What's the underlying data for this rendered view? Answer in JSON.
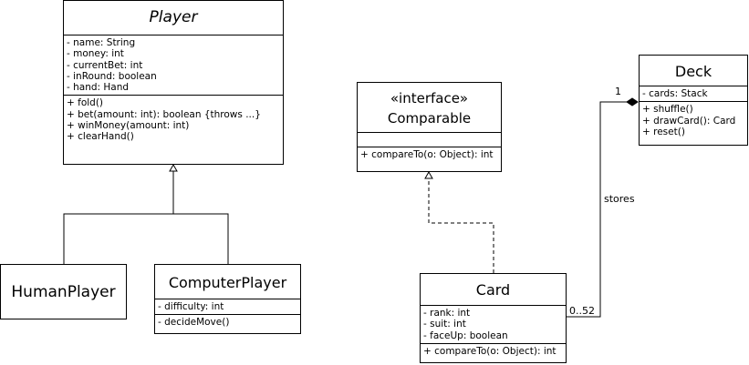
{
  "classes": {
    "player": {
      "name": "Player",
      "attributes": [
        "- name: String",
        "- money: int",
        "- currentBet: int",
        "- inRound: boolean",
        "- hand: Hand"
      ],
      "operations": [
        "+ fold()",
        "+ bet(amount: int): boolean {throws ...}",
        "+ winMoney(amount: int)",
        "+ clearHand()"
      ]
    },
    "human_player": {
      "name": "HumanPlayer"
    },
    "computer_player": {
      "name": "ComputerPlayer",
      "attributes": [
        "- difficulty: int"
      ],
      "operations": [
        "- decideMove()"
      ]
    },
    "comparable": {
      "stereotype": "«interface»",
      "name": "Comparable",
      "operations": [
        "+ compareTo(o: Object): int"
      ]
    },
    "card": {
      "name": "Card",
      "attributes": [
        "- rank: int",
        "- suit: int",
        "- faceUp: boolean"
      ],
      "operations": [
        "+ compareTo(o: Object): int"
      ]
    },
    "deck": {
      "name": "Deck",
      "attributes": [
        "- cards: Stack"
      ],
      "operations": [
        "+ shuffle()",
        "+ drawCard(): Card",
        "+ reset()"
      ]
    }
  },
  "associations": {
    "deck_card": {
      "label": "stores",
      "deck_multiplicity": "1",
      "card_multiplicity": "0..52"
    }
  }
}
